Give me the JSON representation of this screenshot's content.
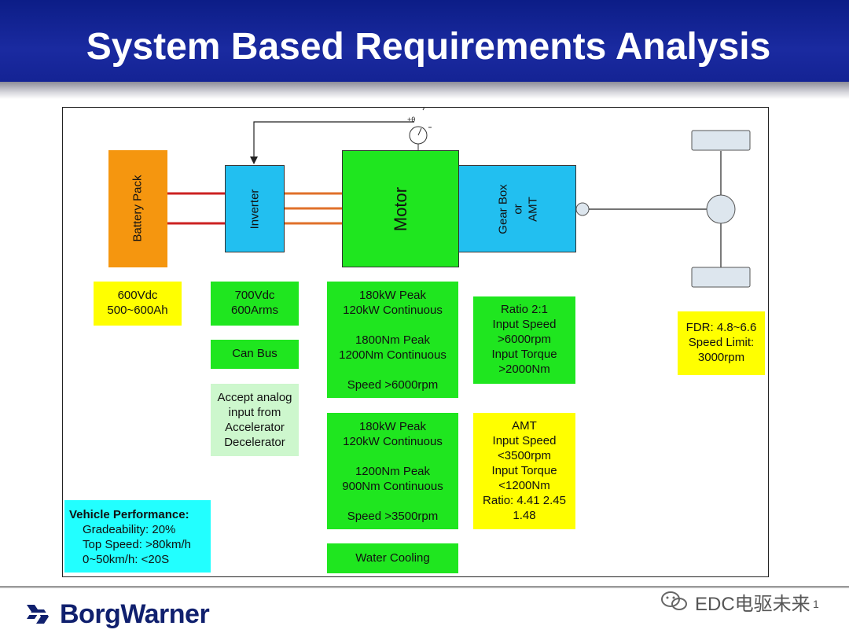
{
  "slide": {
    "title": "System Based Requirements Analysis",
    "logo_text": "BorgWarner",
    "watermark": "EDC电驱未来",
    "page_number": "1"
  },
  "diagram": {
    "battery_label": "Battery Pack",
    "inverter_label": "Inverter",
    "motor_label": "Motor",
    "gearbox_label": [
      "Gear Box",
      "or",
      "AMT"
    ],
    "sensor_label": "+θ",
    "specs": {
      "battery": [
        "600Vdc",
        "500~600Ah"
      ],
      "inverter": [
        "700Vdc",
        "600Arms"
      ],
      "can_bus": [
        "Can Bus"
      ],
      "accel": [
        "Accept analog",
        "input from",
        "Accelerator",
        "Decelerator"
      ],
      "motor_a": [
        "180kW Peak",
        "120kW Continuous",
        "",
        "1800Nm Peak",
        "1200Nm Continuous",
        "",
        "Speed >6000rpm"
      ],
      "motor_b": [
        "180kW Peak",
        "120kW Continuous",
        "",
        "1200Nm Peak",
        "900Nm Continuous",
        "",
        "Speed >3500rpm"
      ],
      "water": [
        "Water Cooling"
      ],
      "gear_ratio": [
        "Ratio 2:1",
        "Input Speed",
        ">6000rpm",
        "Input Torque",
        ">2000Nm"
      ],
      "amt": [
        "AMT",
        "Input Speed",
        "<3500rpm",
        "Input Torque",
        "<1200Nm",
        "Ratio: 4.41 2.45",
        "1.48"
      ],
      "fdr": [
        "FDR: 4.8~6.6",
        "Speed Limit:",
        "3000rpm"
      ]
    },
    "vehicle": {
      "heading": "Vehicle Performance:",
      "items": [
        "Gradeability: 20%",
        "Top Speed: >80km/h",
        "0~50km/h: <20S"
      ]
    },
    "colors": {
      "orange": "#f5960f",
      "cyan": "#22bff0",
      "green": "#1fe61f",
      "light_green": "#cdf7cd",
      "yellow": "#ffff00",
      "vehicle_cyan": "#22ffff",
      "wheel_fill": "#dde6ee",
      "red_wire": "#cc2222",
      "orange_wire": "#e0702a"
    }
  }
}
